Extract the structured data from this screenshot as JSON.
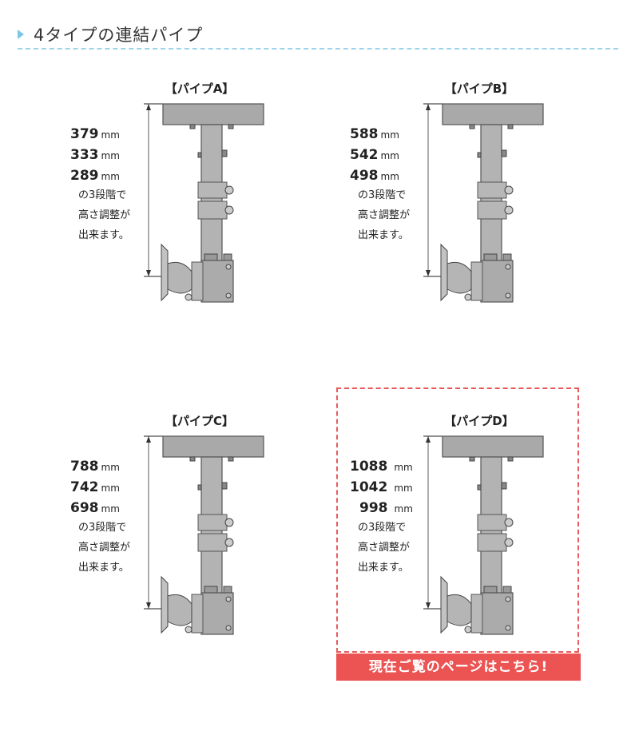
{
  "header": {
    "title": "4タイプの連結パイプ"
  },
  "unit": "mm",
  "note_lines": [
    "の3段階で",
    "高さ調整が",
    "出来ます。"
  ],
  "panels": [
    {
      "title": "【パイプA】",
      "heights": [
        "379",
        "333",
        "289"
      ]
    },
    {
      "title": "【パイプB】",
      "heights": [
        "588",
        "542",
        "498"
      ]
    },
    {
      "title": "【パイプC】",
      "heights": [
        "788",
        "742",
        "698"
      ]
    },
    {
      "title": "【パイプD】",
      "heights": [
        "1088",
        "1042",
        "998"
      ]
    }
  ],
  "current_page_button": "現在ご覧のページはこちら!",
  "colors": {
    "accent_blue": "#7cc6e8",
    "highlight_red": "#ec5353",
    "metal": "#a8a8a8"
  }
}
